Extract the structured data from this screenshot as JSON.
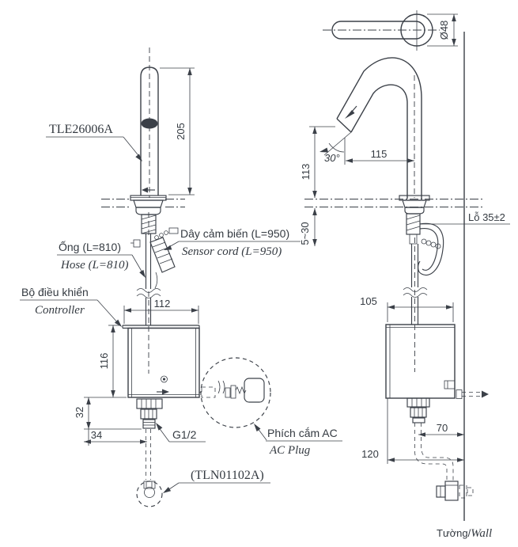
{
  "drawing": {
    "product_code": "TLE26006A",
    "callouts": {
      "sensor_cord_vi": "Dây cảm biến (L=950)",
      "sensor_cord_en": "Sensor cord (L=950)",
      "hose_vi": "Ống (L=810)",
      "hose_en": "Hose (L=810)",
      "controller_vi": "Bộ điều khiển",
      "controller_en": "Controller",
      "ac_plug_vi": "Phích cắm AC",
      "ac_plug_en": "AC Plug",
      "thread_size": "G1/2",
      "stop_valve_code": "(TLN01102A)",
      "hole_note": "Lỗ 35±2",
      "wall_vi": "Tường/",
      "wall_en": "Wall"
    },
    "dimensions": {
      "spout_body_height": "205",
      "controller_width": "112",
      "controller_height": "116",
      "shank_height": "32",
      "hose_offset": "34",
      "spout_diameter": "Ø48",
      "outlet_height": "113",
      "outlet_angle": "30°",
      "spout_reach": "115",
      "deck_thickness_range": "5~30",
      "controller_depth": "105",
      "valve_wall_offset": "70",
      "controller_wall_offset": "120"
    },
    "colors": {
      "line": "#3b4048",
      "background": "#ffffff"
    }
  }
}
